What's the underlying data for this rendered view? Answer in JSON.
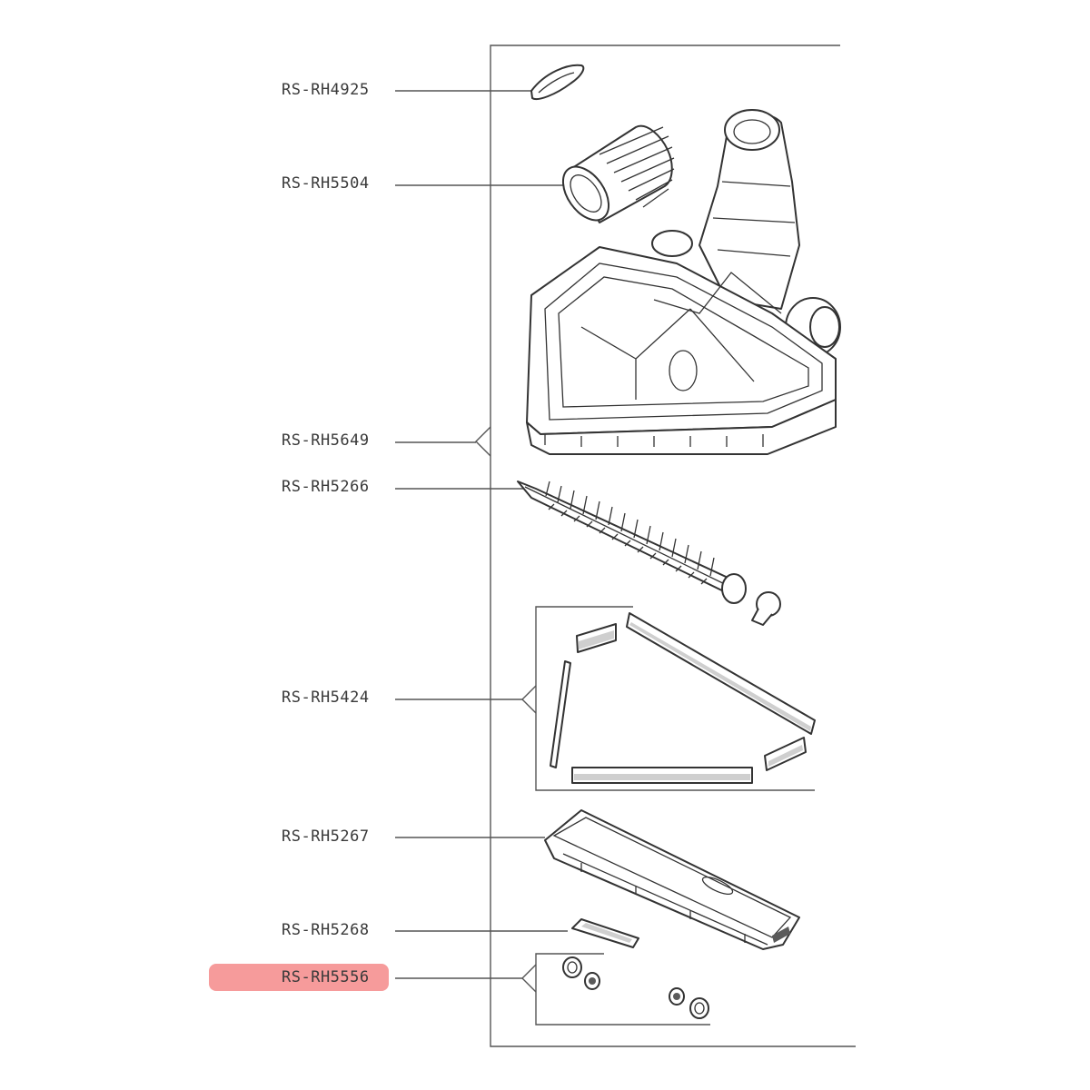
{
  "diagram": {
    "labels": [
      {
        "id": "RS-RH4925",
        "text": "RS-RH4925",
        "highlighted": false
      },
      {
        "id": "RS-RH5504",
        "text": "RS-RH5504",
        "highlighted": false
      },
      {
        "id": "RS-RH5649",
        "text": "RS-RH5649",
        "highlighted": false
      },
      {
        "id": "RS-RH5266",
        "text": "RS-RH5266",
        "highlighted": false
      },
      {
        "id": "RS-RH5424",
        "text": "RS-RH5424",
        "highlighted": false
      },
      {
        "id": "RS-RH5267",
        "text": "RS-RH5267",
        "highlighted": false
      },
      {
        "id": "RS-RH5268",
        "text": "RS-RH5268",
        "highlighted": false
      },
      {
        "id": "RS-RH5556",
        "text": "RS-RH5556",
        "highlighted": true
      }
    ],
    "highlight_color": "#f58a8a",
    "line_color": "#555555"
  }
}
